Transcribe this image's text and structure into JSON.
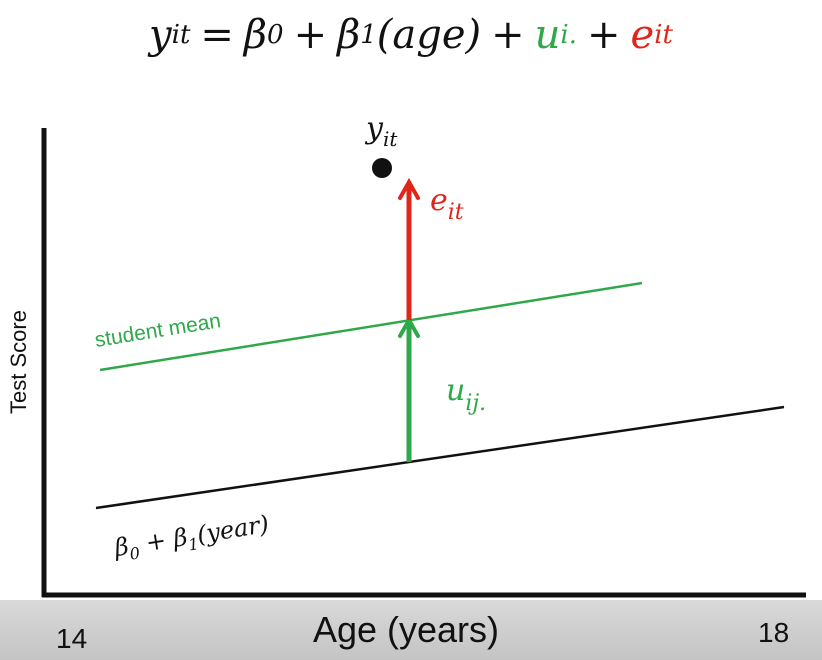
{
  "equation": {
    "y": "y",
    "y_sub": "it",
    "eq": "=",
    "b0": "β",
    "b0_sub": "0",
    "plus1": "+",
    "b1": "β",
    "b1_sub": "1",
    "age": "(age)",
    "plus2": "+",
    "u": "u",
    "u_sub": "i.",
    "plus3": "+",
    "e": "e",
    "e_sub": "it"
  },
  "diagram": {
    "y_label": "Test Score",
    "x_label": "Age (years)",
    "x_tick_left": "14",
    "x_tick_right": "18",
    "point_label": "y",
    "point_label_sub": "it",
    "error_label": "e",
    "error_label_sub": "it",
    "student_mean_label": "student mean",
    "u_label": "u",
    "u_label_sub": "ij.",
    "regression_label_b0": "β",
    "regression_label_b0_sub": "0",
    "regression_label_plus": " + ",
    "regression_label_b1": "β",
    "regression_label_b1_sub": "1",
    "regression_label_year": "(year)"
  },
  "colors": {
    "green": "#2fa84a",
    "red": "#e0261b",
    "black": "#111111",
    "footer": "#cfcfcf"
  }
}
